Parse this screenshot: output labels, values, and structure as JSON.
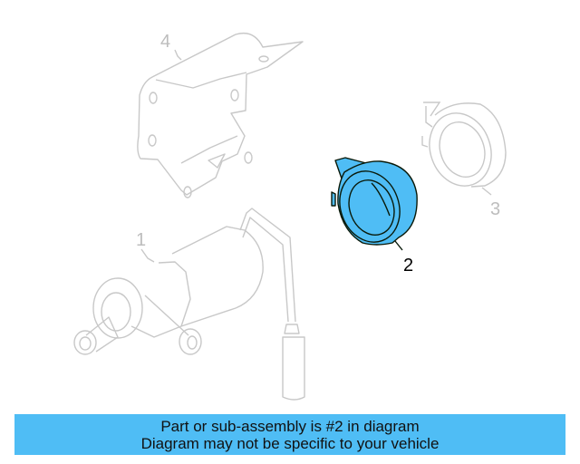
{
  "diagram": {
    "callouts": [
      {
        "id": "1",
        "label": "1",
        "state": "faded"
      },
      {
        "id": "2",
        "label": "2",
        "state": "highlighted"
      },
      {
        "id": "3",
        "label": "3",
        "state": "faded"
      },
      {
        "id": "4",
        "label": "4",
        "state": "faded"
      }
    ],
    "colors": {
      "highlight_fill": "#4fbdf5",
      "highlight_stroke": "#0a1a0a",
      "faded_stroke": "#c8c8c8"
    }
  },
  "banner": {
    "line1": "Part or sub-assembly is #2 in diagram",
    "line2": "Diagram may not be specific to your vehicle",
    "background": "#4fbdf5"
  }
}
